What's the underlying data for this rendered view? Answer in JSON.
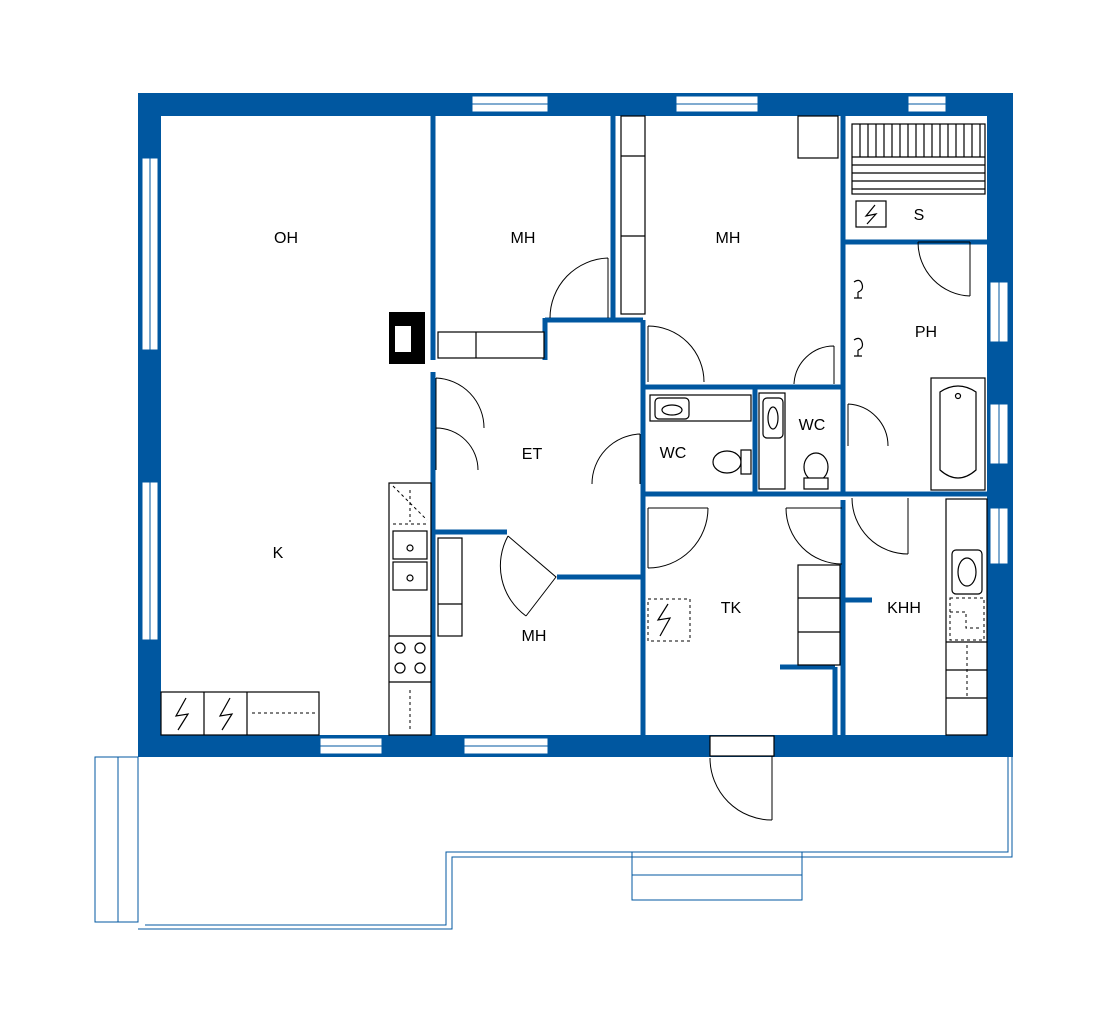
{
  "rooms": {
    "oh": "OH",
    "mh1": "MH",
    "mh2": "MH",
    "mh3": "MH",
    "s": "S",
    "ph": "PH",
    "et": "ET",
    "wc1": "WC",
    "wc2": "WC",
    "k": "K",
    "tk": "TK",
    "khh": "KHH"
  },
  "colors": {
    "wall": "#0057a0",
    "fixture": "#000000",
    "background": "#ffffff"
  }
}
